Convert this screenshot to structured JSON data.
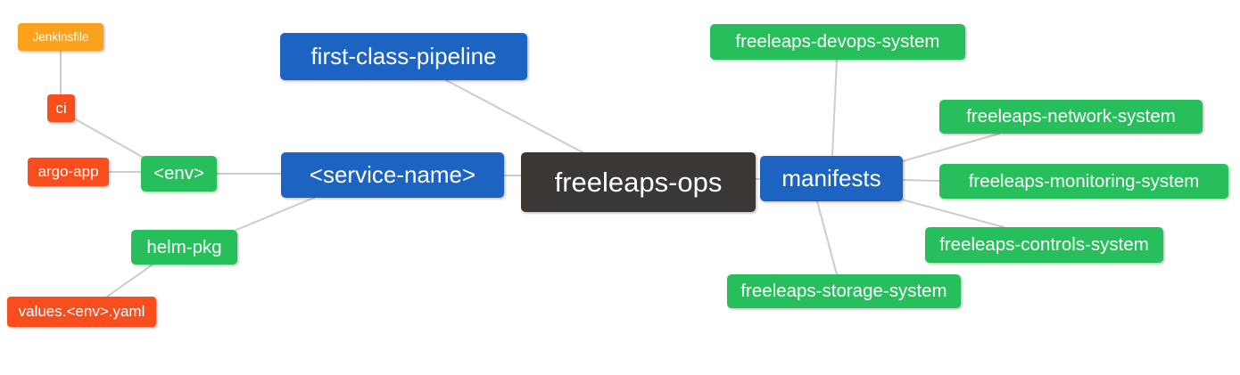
{
  "diagram": {
    "title": "freeleaps-ops mind map",
    "background_color": "#ffffff",
    "edge_color": "#cccccc",
    "colors": {
      "root": "#3b3734",
      "branch": "#1d63c1",
      "leaf_green": "#26bf5b",
      "leaf_red": "#f84e1d",
      "leaf_orange": "#faa21b",
      "text": "#ffffff"
    },
    "nodes": {
      "root": {
        "label": "freeleaps-ops"
      },
      "first_class_pipeline": {
        "label": "first-class-pipeline"
      },
      "service_name": {
        "label": "<service-name>"
      },
      "manifests": {
        "label": "manifests"
      },
      "env": {
        "label": "<env>"
      },
      "helm_pkg": {
        "label": "helm-pkg"
      },
      "ci": {
        "label": "ci"
      },
      "argo_app": {
        "label": "argo-app"
      },
      "jenkinsfile": {
        "label": "Jenkinsfile"
      },
      "values_env_yaml": {
        "label": "values.<env>.yaml"
      },
      "devops_system": {
        "label": "freeleaps-devops-system"
      },
      "network_system": {
        "label": "freeleaps-network-system"
      },
      "monitoring_system": {
        "label": "freeleaps-monitoring-system"
      },
      "controls_system": {
        "label": "freeleaps-controls-system"
      },
      "storage_system": {
        "label": "freeleaps-storage-system"
      }
    },
    "edges": [
      "jenkinsfile-ci",
      "ci-env",
      "argo_app-env",
      "env-service_name",
      "service_name-helm_pkg",
      "helm_pkg-values_env_yaml",
      "first_class_pipeline-root",
      "service_name-root",
      "root-manifests",
      "manifests-devops_system",
      "manifests-network_system",
      "manifests-monitoring_system",
      "manifests-controls_system",
      "manifests-storage_system"
    ]
  }
}
